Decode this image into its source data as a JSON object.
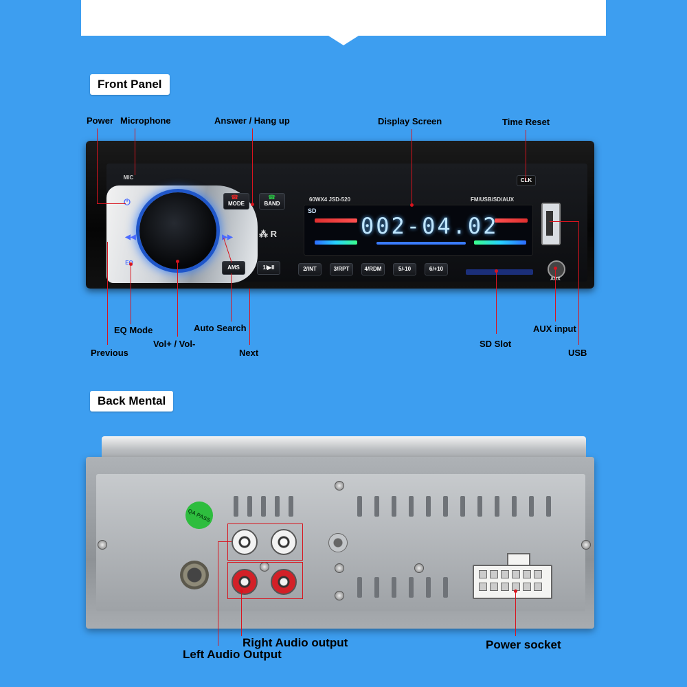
{
  "sections": {
    "front_title": "Front Panel",
    "back_title": "Back Mental"
  },
  "front": {
    "callouts": {
      "power": "Power",
      "microphone": "Microphone",
      "answer_hangup": "Answer / Hang up",
      "display_screen": "Display  Screen",
      "time_reset": "Time Reset",
      "eq_mode": "EQ Mode",
      "previous": "Previous",
      "vol": "Vol+ / Vol-",
      "auto_search": "Auto Search",
      "next": "Next",
      "sd_slot": "SD Slot",
      "aux_input": "AUX input",
      "usb": "USB"
    },
    "device_labels": {
      "mic": "MIC",
      "mode": "MODE",
      "band": "BAND",
      "clk": "CLK",
      "eq": "EQ",
      "ams": "AMS",
      "play_pause": "1/▶II",
      "int": "2/INT",
      "rpt": "3/RPT",
      "rdm": "4/RDM",
      "minus10": "5/-10",
      "plus10": "6/+10",
      "model": "60WX4  JSD-520",
      "sources": "FM/USB/SD/AUX",
      "aux": "AUX",
      "display_digits": "002-04.02"
    }
  },
  "back": {
    "callouts": {
      "right_audio": "Right Audio output",
      "left_audio": "Left Audio Output",
      "power_socket": "Power socket"
    },
    "qa_badge": "QA PASS"
  },
  "colors": {
    "background": "#3d9ef0",
    "callout_line": "#d8141e",
    "knob_glow": "#1f56c9"
  }
}
